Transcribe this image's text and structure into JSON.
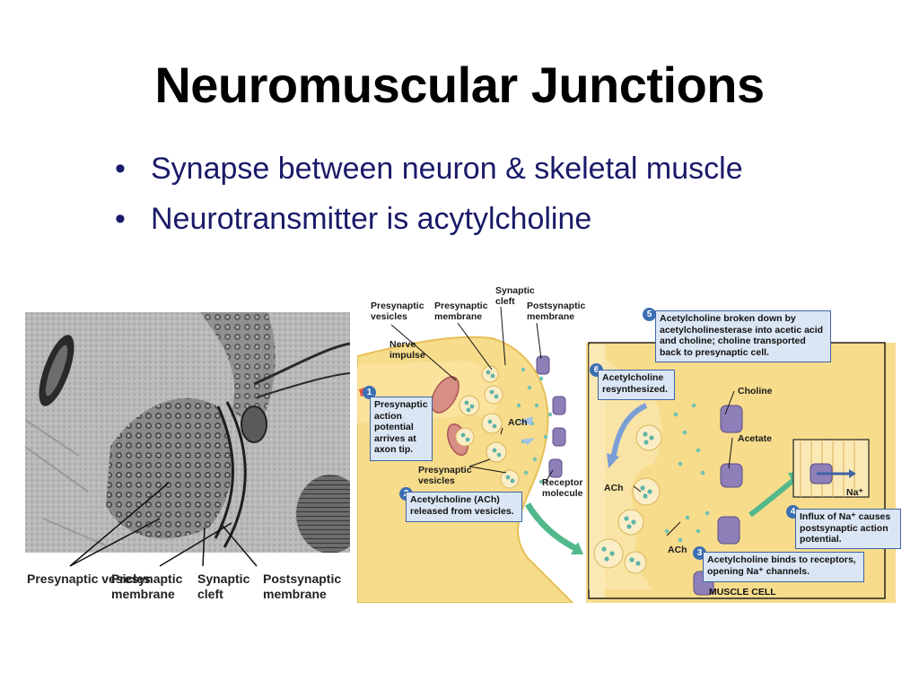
{
  "slide": {
    "title": "Neuromuscular Junctions",
    "bullets": [
      "Synapse between neuron & skeletal muscle",
      "Neurotransmitter is acytylcholine"
    ],
    "bullet_symbol": "•"
  },
  "micrograph": {
    "labels": {
      "presynaptic_vesicles": "Presynaptic vesicles",
      "presynaptic_membrane": "Presynaptic membrane",
      "synaptic_cleft": "Synaptic cleft",
      "postsynaptic_membrane": "Postsynaptic membrane"
    }
  },
  "diagram": {
    "labels": {
      "presynaptic_vesicles": "Presynaptic vesicles",
      "presynaptic_membrane": "Presynaptic membrane",
      "synaptic_cleft": "Synaptic cleft",
      "postsynaptic_membrane": "Postsynaptic membrane",
      "nerve_impulse": "Nerve impulse",
      "ach_1": "ACh",
      "presynaptic_vesicles_2": "Presynaptic vesicles",
      "receptor_molecule": "Receptor molecule",
      "choline": "Choline",
      "acetate": "Acetate",
      "ach_2": "ACh",
      "ach_3": "ACh",
      "na_plus": "Na⁺",
      "muscle_cell": "MUSCLE CELL"
    },
    "steps": [
      {
        "num": "1",
        "text": "Presynaptic action potential arrives at axon tip."
      },
      {
        "num": "2",
        "text": "Acetylcholine (ACh) released from vesicles."
      },
      {
        "num": "3",
        "text": "Acetylcholine binds to receptors, opening Na⁺ channels."
      },
      {
        "num": "4",
        "text": "Influx of Na⁺ causes postsynaptic action potential."
      },
      {
        "num": "5",
        "text": "Acetylcholine broken down by acetylcholinesterase into acetic acid and choline; choline transported back to presynaptic cell."
      },
      {
        "num": "6",
        "text": "Acetylcholine resynthesized."
      }
    ],
    "colors": {
      "cell_fill": "#f7dc8c",
      "box_fill": "#dbe6f4",
      "box_border": "#3f63a6",
      "vesicle": "#5fb3a8",
      "receptor": "#8f7fb8",
      "arrow_green": "#52b98c",
      "arrow_blue": "#7c9ed6"
    }
  }
}
